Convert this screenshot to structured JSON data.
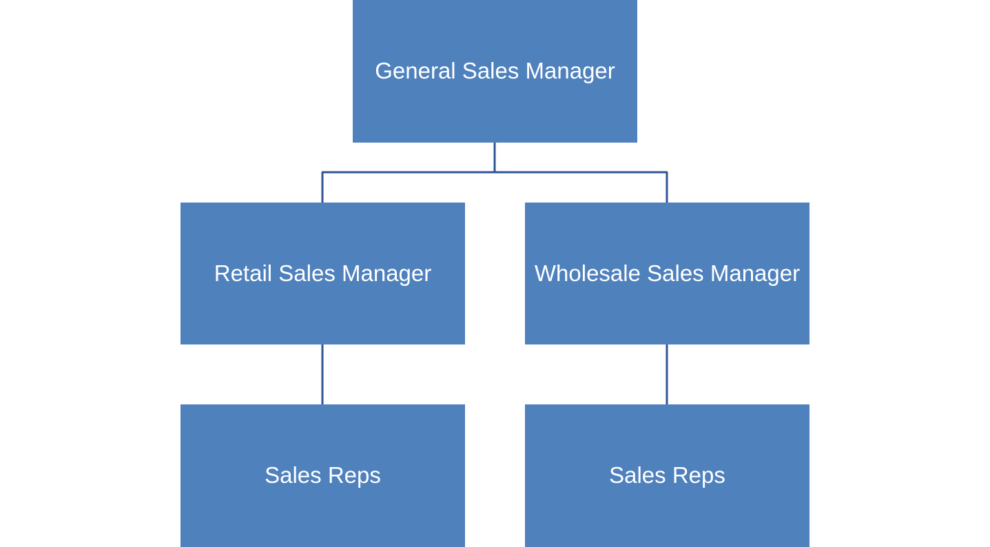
{
  "org_chart": {
    "top": {
      "label": "General Sales Manager"
    },
    "managers": [
      {
        "label": "Retail Sales Manager"
      },
      {
        "label": "Wholesale Sales Manager"
      }
    ],
    "reps": [
      {
        "label": "Sales Reps"
      },
      {
        "label": "Sales Reps"
      }
    ]
  },
  "colors": {
    "box_fill": "#4f81bd",
    "box_text": "#ffffff",
    "connector": "#2f5597"
  }
}
